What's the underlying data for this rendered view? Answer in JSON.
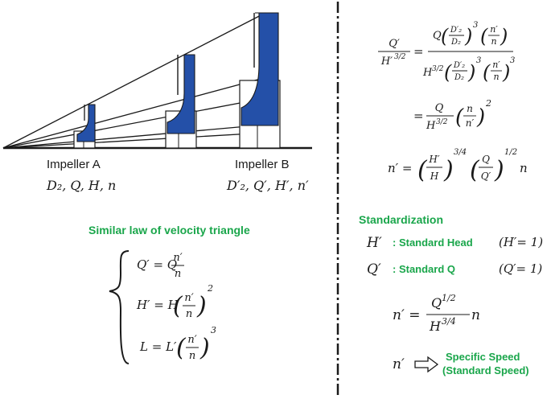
{
  "impellers": {
    "a": {
      "label": "Impeller A",
      "params": "D₂, Q, H, n"
    },
    "b": {
      "label": "Impeller B",
      "params": "D′₂, Q′, H′, n′"
    }
  },
  "similar_law": {
    "title": "Similar law of velocity triangle",
    "eq1": {
      "lhs": "Q′ = Q",
      "num": "n′",
      "den": "n"
    },
    "eq2": {
      "lhs": "H′ = H",
      "num": "n′",
      "den": "n",
      "exp": "2"
    },
    "eq3": {
      "lhs": "L = L′",
      "num": "n′",
      "den": "n",
      "exp": "3"
    }
  },
  "derivation": {
    "line1": {
      "lhs_num": "Q′",
      "lhs_den": "H′",
      "lhs_den_exp": "3/2",
      "rhs_num_q": "Q",
      "rhs_num_d_top": "D′₂",
      "rhs_num_d_bot": "D₂",
      "rhs_num_n_top": "n′",
      "rhs_num_n_bot": "n",
      "rhs_den_h": "H",
      "rhs_den_h_exp": "3/2",
      "exp3": "3"
    },
    "line2": {
      "num": "Q",
      "den_h": "H",
      "den_exp": "3/2",
      "n_top": "n",
      "n_bot": "n′",
      "exp": "2"
    },
    "line3": {
      "lhs": "n′ =",
      "h_top": "H′",
      "h_bot": "H",
      "h_exp": "3/4",
      "q_top": "Q",
      "q_bot": "Q′",
      "q_exp": "1/2",
      "tail": "n"
    }
  },
  "standardization": {
    "title": "Standardization",
    "row1": {
      "sym": "H′",
      "label": ": Standard Head",
      "cond": "(H′= 1)"
    },
    "row2": {
      "sym": "Q′",
      "label": ": Standard Q",
      "cond": "(Q′= 1)"
    },
    "eq": {
      "lhs": "n′ =",
      "num": "Q",
      "num_exp": "1/2",
      "den": "H",
      "den_exp": "3/4",
      "tail": "n"
    },
    "final": {
      "sym": "n′",
      "label1": "Specific Speed",
      "label2": "(Standard Speed)"
    }
  },
  "colors": {
    "blade": "#2450a8",
    "green": "#1aa64b",
    "line": "#1a1a1a"
  }
}
